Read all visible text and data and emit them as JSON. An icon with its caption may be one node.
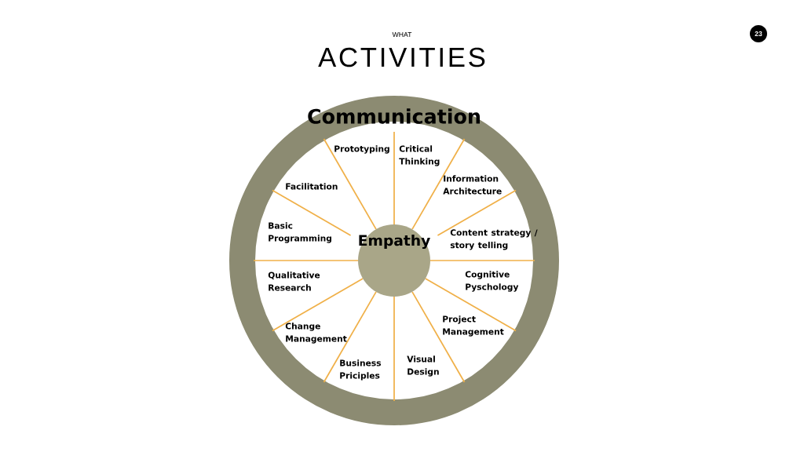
{
  "diagram": {
    "title": "ACTIVITIES",
    "nodes": [
      {
        "text": [
          "Communication"
        ]
      },
      {
        "text": [
          "Empathy"
        ],
        "in": 0
      },
      {
        "text": [
          "23"
        ]
      }
    ],
    "labels": [
      "WHAT",
      "Prototyping",
      "Critical Thinking",
      "Facilitation",
      "Information Architecture",
      "Basic Programming",
      "Content strategy / story telling",
      "Qualitative Research",
      "Cognitive Pyschology",
      "Change Management",
      "Project Management",
      "Business Priciples",
      "Visual Design"
    ]
  }
}
